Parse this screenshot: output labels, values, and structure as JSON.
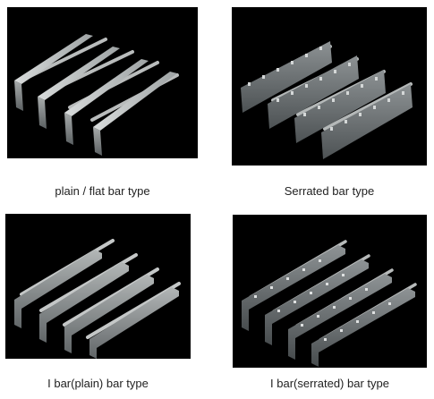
{
  "grating_types": [
    {
      "caption": "plain / flat bar type"
    },
    {
      "caption": "Serrated bar type"
    },
    {
      "caption": "I bar(plain) bar type"
    },
    {
      "caption": "I bar(serrated) bar type"
    }
  ]
}
